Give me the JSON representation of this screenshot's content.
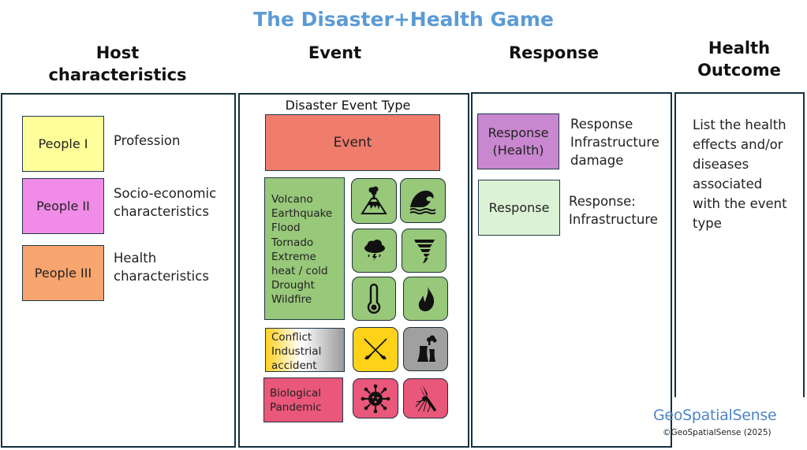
{
  "title": "The Disaster+Health Game",
  "columns": {
    "host": {
      "heading_line1": "Host",
      "heading_line2": "characteristics"
    },
    "event": {
      "heading": "Event"
    },
    "response": {
      "heading": "Response"
    },
    "health": {
      "heading_line1": "Health",
      "heading_line2": "Outcome"
    }
  },
  "host": {
    "cards": [
      {
        "label": "People I",
        "color": "#ffff99",
        "description_line1": "Profession",
        "description_line2": ""
      },
      {
        "label": "People II",
        "color": "#f08ce8",
        "description_line1": "Socio-economic",
        "description_line2": "characteristics"
      },
      {
        "label": "People III",
        "color": "#f8a56f",
        "description_line1": "Health",
        "description_line2": "characteristics"
      }
    ]
  },
  "event": {
    "subtitle": "Disaster Event Type",
    "event_card": {
      "label": "Event",
      "color": "#f07c6c"
    },
    "natural_group": {
      "color": "#98c87a",
      "items": [
        "Volcano",
        "Earthquake",
        "Flood",
        "Tornado",
        "Extreme",
        "heat / cold",
        "Drought",
        "Wildfire"
      ],
      "icons": [
        "volcano-icon",
        "wave-icon",
        "storm-cloud-icon",
        "tornado-icon",
        "thermometer-icon",
        "fire-icon"
      ]
    },
    "human_group": {
      "items": [
        "Conflict",
        "Industrial",
        "accident"
      ],
      "gradient_from": "#ffd020",
      "gradient_to": "#9a9a9a",
      "icons": [
        {
          "name": "crossed-swords-icon",
          "color": "#ffd21a"
        },
        {
          "name": "factory-smoke-icon",
          "color": "#a0a0a0"
        }
      ]
    },
    "biological_group": {
      "items": [
        "Biological",
        "Pandemic"
      ],
      "color": "#e9577a",
      "icons": [
        "virus-icon",
        "mosquito-icon"
      ]
    }
  },
  "response": {
    "cards": [
      {
        "label_line1": "Response",
        "label_line2": "(Health)",
        "color": "#c887cf",
        "description_lines": [
          "Response",
          "Infrastructure",
          "damage"
        ]
      },
      {
        "label_line1": "Response",
        "label_line2": "",
        "color": "#dcf2d4",
        "description_lines": [
          "Response:",
          "Infrastructure"
        ]
      }
    ]
  },
  "health": {
    "text_lines": [
      "List the health",
      "effects and/or",
      "diseases",
      "associated",
      "with the event",
      "type"
    ]
  },
  "footer": {
    "logo": "GeoSpatialSense",
    "copyright": "©GeoSpatialSense (2025)"
  }
}
